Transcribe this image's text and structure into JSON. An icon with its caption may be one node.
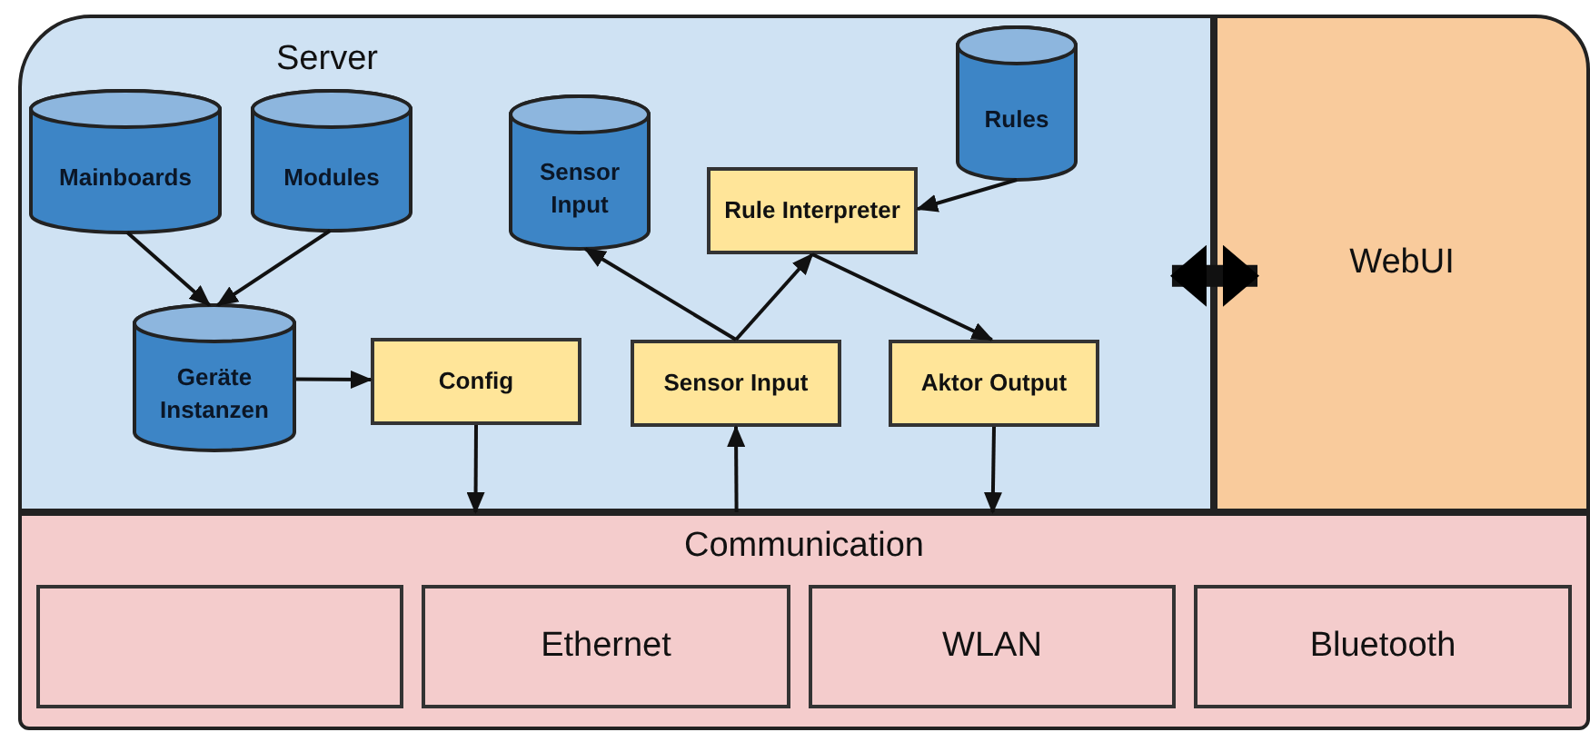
{
  "diagram": {
    "nodes": [
      {
        "text": [
          "Server"
        ]
      },
      {
        "text": [
          "Mainboards"
        ],
        "in": 0
      },
      {
        "text": [
          "Modules"
        ],
        "in": 0
      },
      {
        "text": [
          "Sensor Input"
        ],
        "in": 0
      },
      {
        "text": [
          "Rules"
        ],
        "in": 0
      },
      {
        "text": [
          "Rule Interpreter"
        ],
        "in": 0
      },
      {
        "text": [
          "Geräte Instanzen"
        ],
        "in": 0
      },
      {
        "text": [
          "Config"
        ],
        "in": 0
      },
      {
        "text": [
          "Sensor Input"
        ],
        "in": 0
      },
      {
        "text": [
          "Aktor Output"
        ],
        "in": 0
      },
      {
        "text": [
          "WebUI"
        ]
      },
      {
        "text": [
          "Communication"
        ]
      },
      {
        "text": [],
        "shape": "box",
        "in": 11
      },
      {
        "text": [
          "Ethernet"
        ],
        "in": 11
      },
      {
        "text": [
          "WLAN"
        ],
        "in": 11
      },
      {
        "text": [
          "Bluetooth"
        ],
        "in": 11
      }
    ],
    "edges": [
      {
        "from": 1,
        "to": 6,
        "arrow": "to"
      },
      {
        "from": 2,
        "to": 6,
        "arrow": "to"
      },
      {
        "from": 6,
        "to": 7,
        "arrow": "to"
      },
      {
        "from": 4,
        "to": 5,
        "arrow": "to"
      },
      {
        "from": 8,
        "to": 3,
        "arrow": "to"
      },
      {
        "from": 8,
        "to": 5,
        "arrow": "to"
      },
      {
        "from": 5,
        "to": 9,
        "arrow": "to"
      },
      {
        "from": 7,
        "to": 11,
        "arrow": "to"
      },
      {
        "from": 11,
        "to": 8,
        "arrow": "to"
      },
      {
        "from": 9,
        "to": 11,
        "arrow": "to"
      },
      {
        "from": 0,
        "to": 10,
        "arrow": "both",
        "style": "thick"
      }
    ]
  }
}
